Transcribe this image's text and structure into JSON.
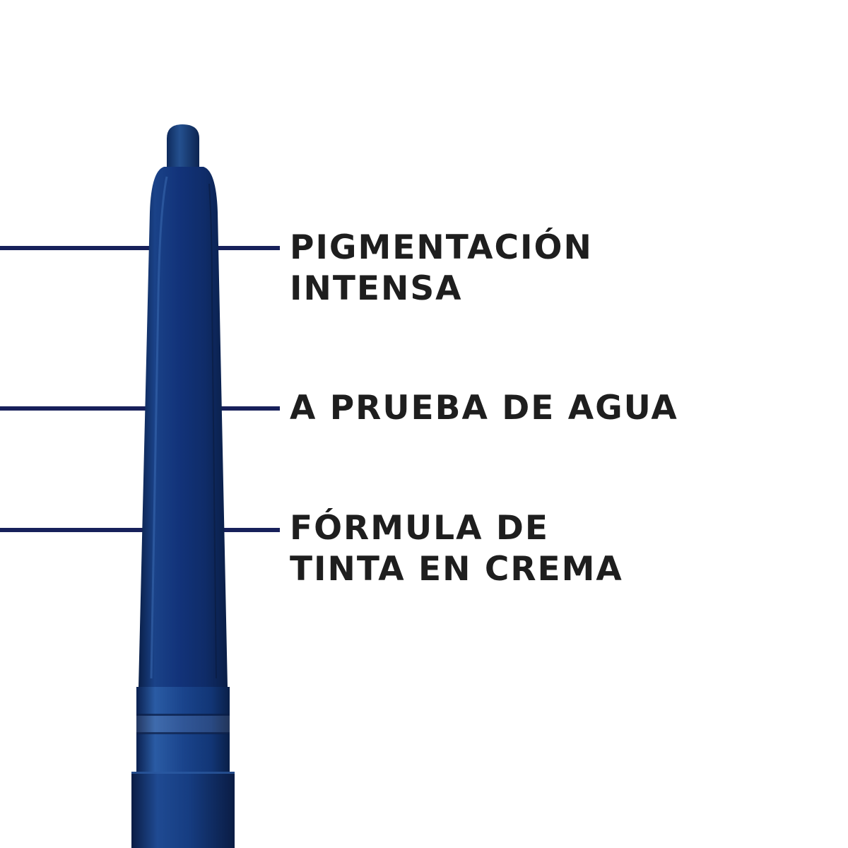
{
  "colors": {
    "background": "#ffffff",
    "text": "#1e1e1e",
    "pointer_line": "#17205a",
    "pencil_dark": "#0c2350",
    "pencil_mid": "#15387a",
    "pencil_light": "#2f5ea6"
  },
  "features": [
    {
      "lines": [
        "PIGMENTACIÓN",
        "INTENSA"
      ]
    },
    {
      "lines": [
        "A PRUEBA DE AGUA"
      ]
    },
    {
      "lines": [
        "FÓRMULA DE",
        "TINTA EN CREMA"
      ]
    }
  ]
}
